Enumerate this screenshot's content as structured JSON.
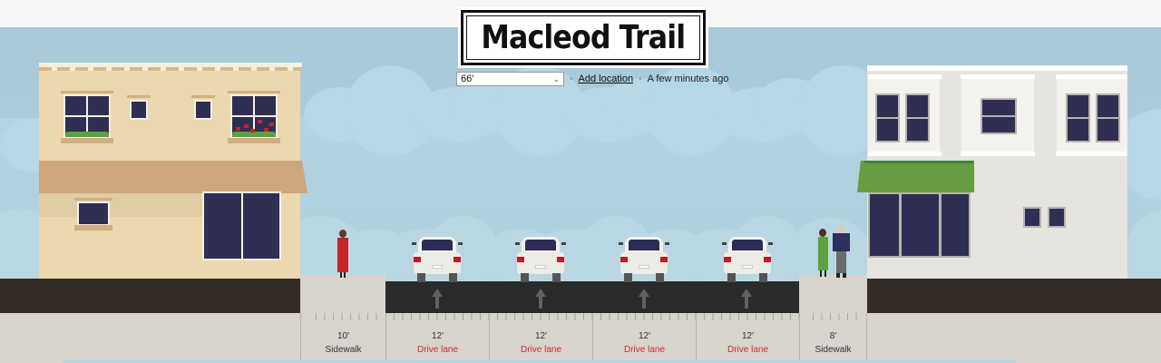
{
  "street": {
    "name": "Macleod Trail",
    "width_selected": "66′",
    "add_location_label": "Add location",
    "last_saved": "A few minutes ago",
    "separator": "•"
  },
  "icons": {
    "chevron_down": "⌄",
    "lane_arrow": "straight-arrow-icon"
  },
  "colors": {
    "sky": "#a7c9d8",
    "road": "#282b29",
    "sidewalk": "#d8d4cd",
    "earth": "#352c27",
    "drive_lane_label": "#d6262b",
    "sidewalk_label": "#333333"
  },
  "segments": [
    {
      "width": "10′",
      "label": "Sidewalk",
      "type": "sidewalk"
    },
    {
      "width": "12′",
      "label": "Drive lane",
      "type": "drive-lane"
    },
    {
      "width": "12′",
      "label": "Drive lane",
      "type": "drive-lane"
    },
    {
      "width": "12′",
      "label": "Drive lane",
      "type": "drive-lane"
    },
    {
      "width": "12′",
      "label": "Drive lane",
      "type": "drive-lane"
    },
    {
      "width": "8′",
      "label": "Sidewalk",
      "type": "sidewalk"
    }
  ],
  "buildings": {
    "left": {
      "style": "two-story stucco with awning"
    },
    "right": {
      "style": "two-story white with green awning"
    }
  }
}
